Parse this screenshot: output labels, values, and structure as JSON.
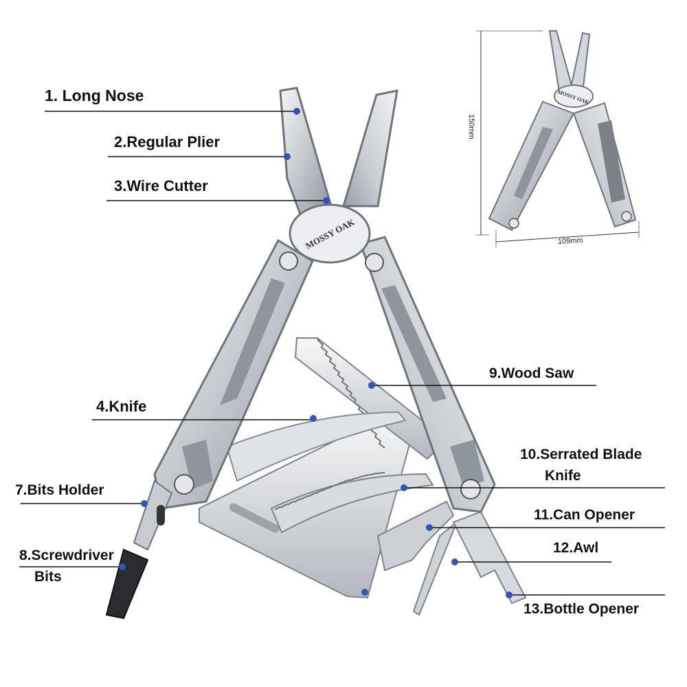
{
  "labels": {
    "long_nose": "1. Long Nose",
    "regular_plier": "2.Regular Plier",
    "wire_cutter": "3.Wire Cutter",
    "knife": "4.Knife",
    "bits_holder": "7.Bits Holder",
    "screwdriver_bits_1": "8.Screwdriver",
    "screwdriver_bits_2": "Bits",
    "wood_saw": "9.Wood Saw",
    "serrated_blade_1": "10.Serrated Blade",
    "serrated_blade_2": "Knife",
    "can_opener": "11.Can Opener",
    "awl": "12.Awl",
    "bottle_opener": "13.Bottle Opener"
  },
  "inset": {
    "height_label": "150mm",
    "width_label": "109mm",
    "brand": "MOSSY OAK"
  },
  "brand": "MOSSY OAK",
  "colors": {
    "marker": "#2f56b5",
    "line": "#111111",
    "steel_light": "#e9ebee",
    "steel_mid": "#b9bdc3",
    "steel_dark": "#6f747b",
    "bits": "#2a2b2e"
  }
}
